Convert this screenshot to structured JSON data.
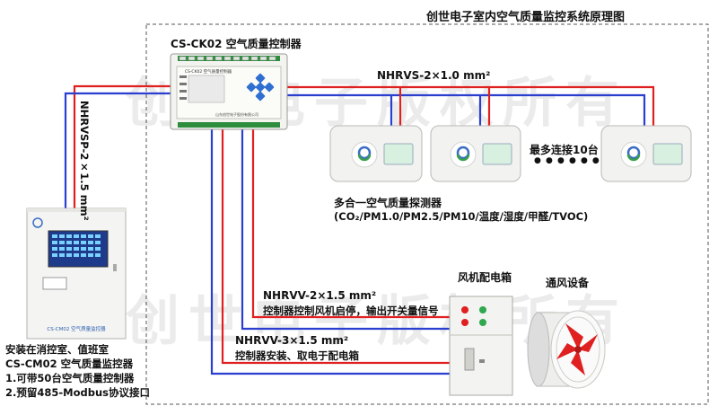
{
  "title": "创世电子室内空气质量监控系统原理图",
  "watermark": "创世电子版权所有",
  "controller": {
    "label": "CS-CK02 空气质量控制器",
    "screen_text": "CS-CK02 空气质量控制器",
    "footer_text": "山东创世电子股份有限公司"
  },
  "cables": {
    "bus_top": "NHRVS-2×1.0 mm²",
    "bus_vertical": "NHRVSP-2×1.5 mm²",
    "fan_control": "NHRVV-2×1.5 mm²",
    "fan_control_note": "控制器控制风机启停，输出开关量信号",
    "power": "NHRVV-3×1.5 mm²",
    "power_note": "控制器安装、取电于配电箱"
  },
  "detectors": {
    "max_note": "最多连接10台",
    "dots": "● ● ● ● ● ●",
    "label": "多合一空气质量探测器",
    "params": "(CO₂/PM1.0/PM2.5/PM10/温度/湿度/甲醛/TVOC)"
  },
  "monitor": {
    "panel_text": "CS-CM02 空气质量监控器",
    "notes": [
      "安装在消控室、值班室",
      "CS-CM02 空气质量监控器",
      "1.可带50台空气质量控制器",
      "2.预留485-Modbus协议接口"
    ]
  },
  "fan_box": {
    "label": "风机配电箱"
  },
  "ventilation": {
    "label": "通风设备"
  },
  "colors": {
    "red": "#e02020",
    "blue": "#2a3fd0",
    "dash": "#555555"
  }
}
